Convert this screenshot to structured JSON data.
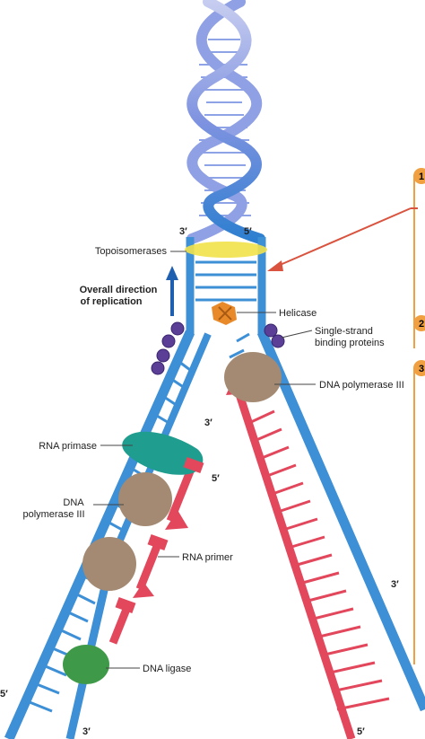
{
  "labels": {
    "topoisomerases": "Topoisomerases",
    "direction_line1": "Overall direction",
    "direction_line2": "of replication",
    "helicase": "Helicase",
    "ssb_line1": "Single-strand",
    "ssb_line2": "binding proteins",
    "pol3_right": "DNA polymerase III",
    "rna_primase": "RNA primase",
    "pol3_left_line1": "DNA",
    "pol3_left_line2": "polymerase III",
    "rna_primer": "RNA primer",
    "dna_ligase": "DNA ligase"
  },
  "strand_ends": {
    "top_left": "3′",
    "top_right": "5′",
    "leading_3": "3′",
    "lagging_5": "5′",
    "right_mid_3": "3′",
    "left_edge_5": "5′",
    "bottom_left_3": "3′",
    "bottom_right_5": "5′"
  },
  "steps": [
    "1",
    "2",
    "3"
  ],
  "colors": {
    "parent_strand": "#3d8fd6",
    "new_strand": "#e2475c",
    "protein_brown": "#a48a72",
    "primase_teal": "#1f9d8f",
    "ssb_purple": "#5b3f96",
    "helicase_orange": "#e98a2a",
    "topo_yellow": "#f1e24a",
    "ligase_green": "#3e9a48",
    "step_circle": "#f0a040",
    "pointer_red": "#d9533e"
  }
}
